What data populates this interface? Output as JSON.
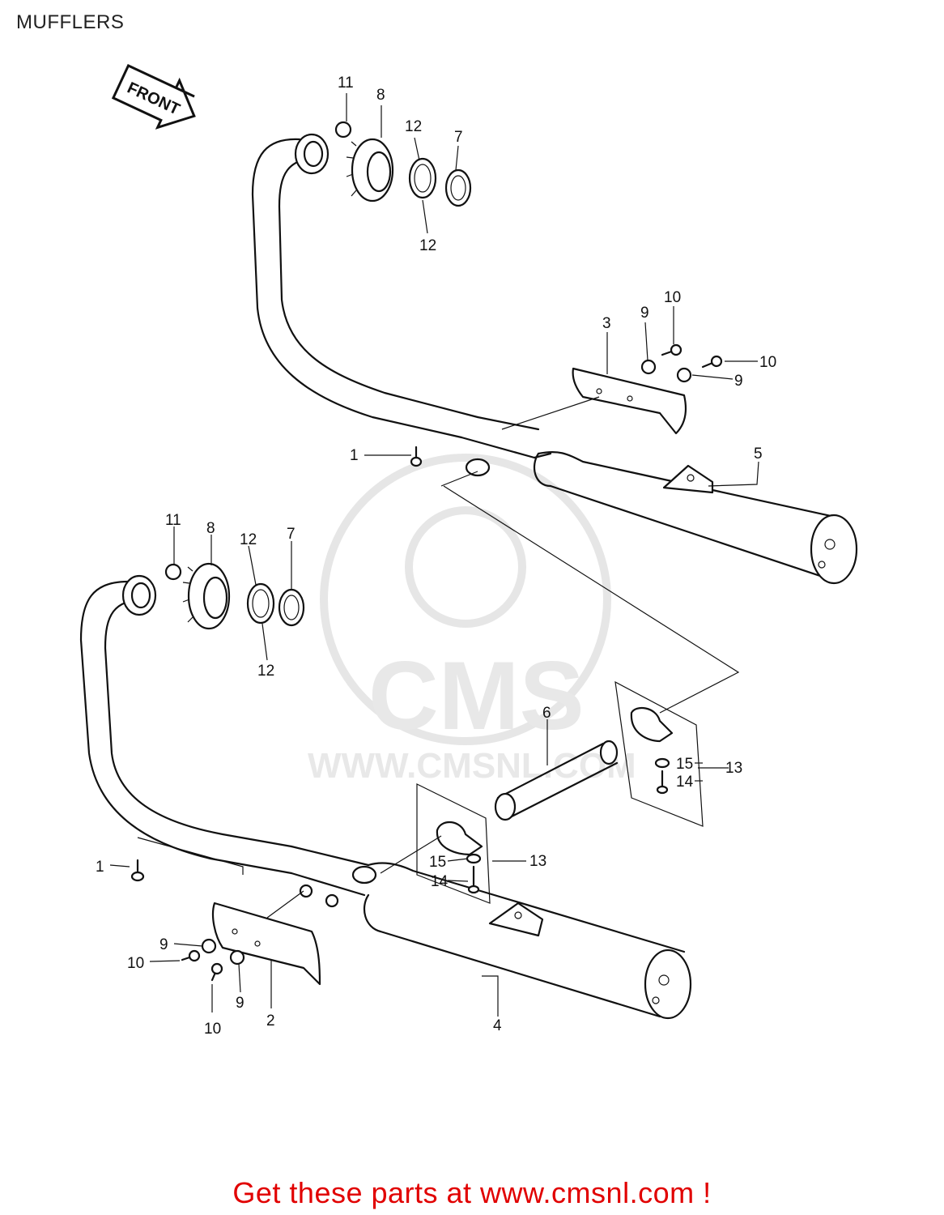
{
  "header": {
    "title": "MUFFLERS"
  },
  "orientation": {
    "arrow_text": "FRONT"
  },
  "watermark": {
    "logo_text": "CMS",
    "url_text": "WWW.CMSNL.COM"
  },
  "callouts": {
    "upper": {
      "c11": "11",
      "c8": "8",
      "c12a": "12",
      "c7": "7",
      "c12b": "12",
      "c3": "3",
      "c9a": "9",
      "c10a": "10",
      "c10b": "10",
      "c9b": "9",
      "c1": "1",
      "c5": "5"
    },
    "lower": {
      "c11": "11",
      "c8": "8",
      "c12a": "12",
      "c7": "7",
      "c12b": "12",
      "c6": "6",
      "c15a": "15",
      "c14a": "14",
      "c13a": "13",
      "c15b": "15",
      "c14b": "14",
      "c13b": "13",
      "c1": "1",
      "c9a": "9",
      "c10a": "10",
      "c9b": "9",
      "c10b": "10",
      "c2": "2",
      "c4": "4"
    }
  },
  "footer": {
    "link_text": "Get these parts at www.cmsnl.com !"
  }
}
